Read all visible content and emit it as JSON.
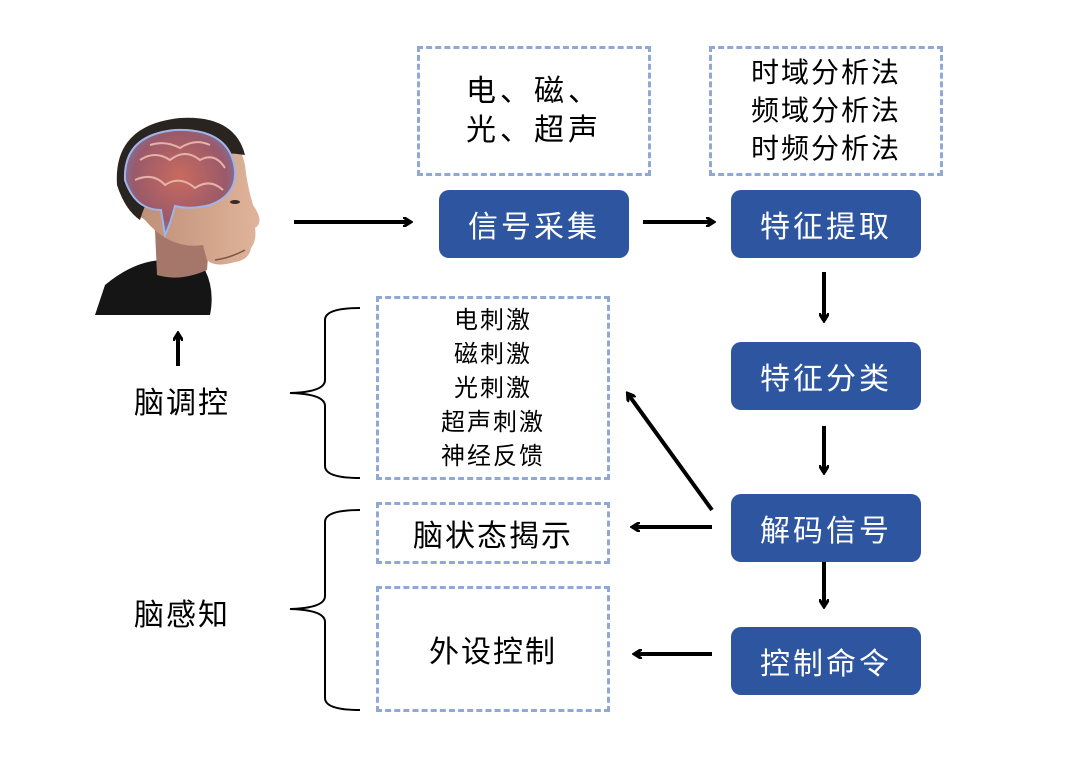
{
  "diagram": {
    "title": "",
    "subject": {
      "icon": "human-head-with-brain-icon"
    },
    "process_boxes": [
      {
        "id": "signal-acquisition",
        "label": "信号采集"
      },
      {
        "id": "feature-extraction",
        "label": "特征提取"
      },
      {
        "id": "feature-classification",
        "label": "特征分类"
      },
      {
        "id": "decode-signal",
        "label": "解码信号"
      },
      {
        "id": "control-command",
        "label": "控制命令"
      }
    ],
    "acquisition_methods": {
      "lines": [
        "电、磁、",
        "光、超声"
      ]
    },
    "feature_methods": {
      "lines": [
        "时域分析法",
        "频域分析法",
        "时频分析法"
      ]
    },
    "stimulation_methods": {
      "lines": [
        "电刺激",
        "磁刺激",
        "光刺激",
        "超声刺激",
        "神经反馈"
      ]
    },
    "brain_state": {
      "label": "脑状态揭示"
    },
    "peripheral_control": {
      "label": "外设控制"
    },
    "group_labels": {
      "brain_regulation": "脑调控",
      "brain_perception": "脑感知"
    },
    "colors": {
      "process_box": "#2e55a0",
      "dashed_border": "#8fa8d4",
      "arrow": "#000000"
    }
  }
}
